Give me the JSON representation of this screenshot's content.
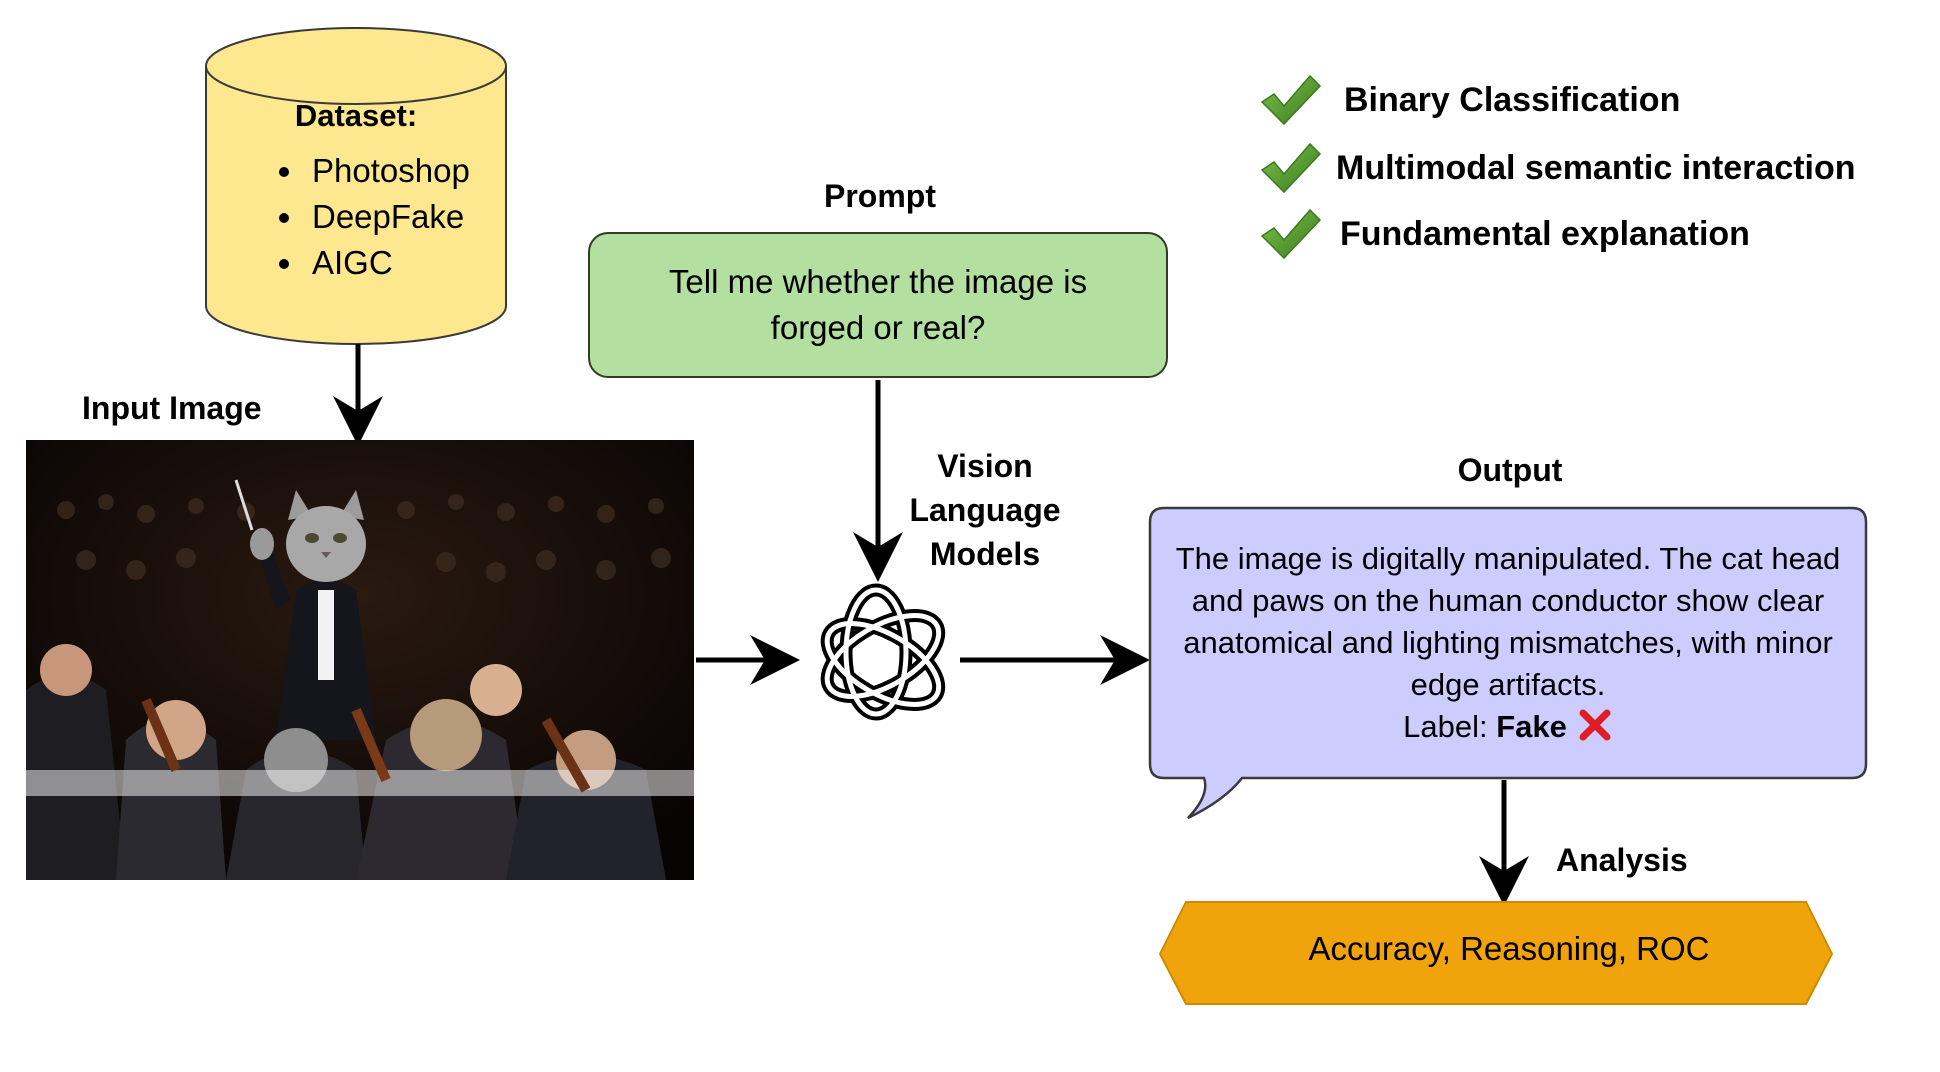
{
  "dataset": {
    "title": "Dataset:",
    "items": [
      "Photoshop",
      "DeepFake",
      "AIGC"
    ]
  },
  "input_image": {
    "label": "Input Image"
  },
  "prompt": {
    "label": "Prompt",
    "text": "Tell me whether the image is forged or real?"
  },
  "model": {
    "lines": [
      "Vision",
      "Language",
      "Models"
    ],
    "icon": "openai-logo-icon"
  },
  "output": {
    "label": "Output",
    "text": "The image is digitally manipulated. The cat head and paws on the human conductor show clear anatomical and lighting mismatches, with minor edge artifacts.",
    "label_prefix": "Label: ",
    "label_value": "Fake",
    "label_icon": "red-x-icon"
  },
  "analysis": {
    "label": "Analysis",
    "metrics": "Accuracy, Reasoning, ROC"
  },
  "checklist": [
    {
      "text": "Binary Classification",
      "icon": "green-check-icon"
    },
    {
      "text": "Multimodal semantic interaction",
      "icon": "green-check-icon"
    },
    {
      "text": "Fundamental explanation",
      "icon": "green-check-icon"
    }
  ],
  "colors": {
    "dataset_fill": "#fde78f",
    "prompt_fill": "#b3dfa0",
    "output_fill": "#ccccff",
    "analysis_fill": "#f0a30a",
    "check_green": "#5a9e2f",
    "fake_red": "#e01c24"
  }
}
